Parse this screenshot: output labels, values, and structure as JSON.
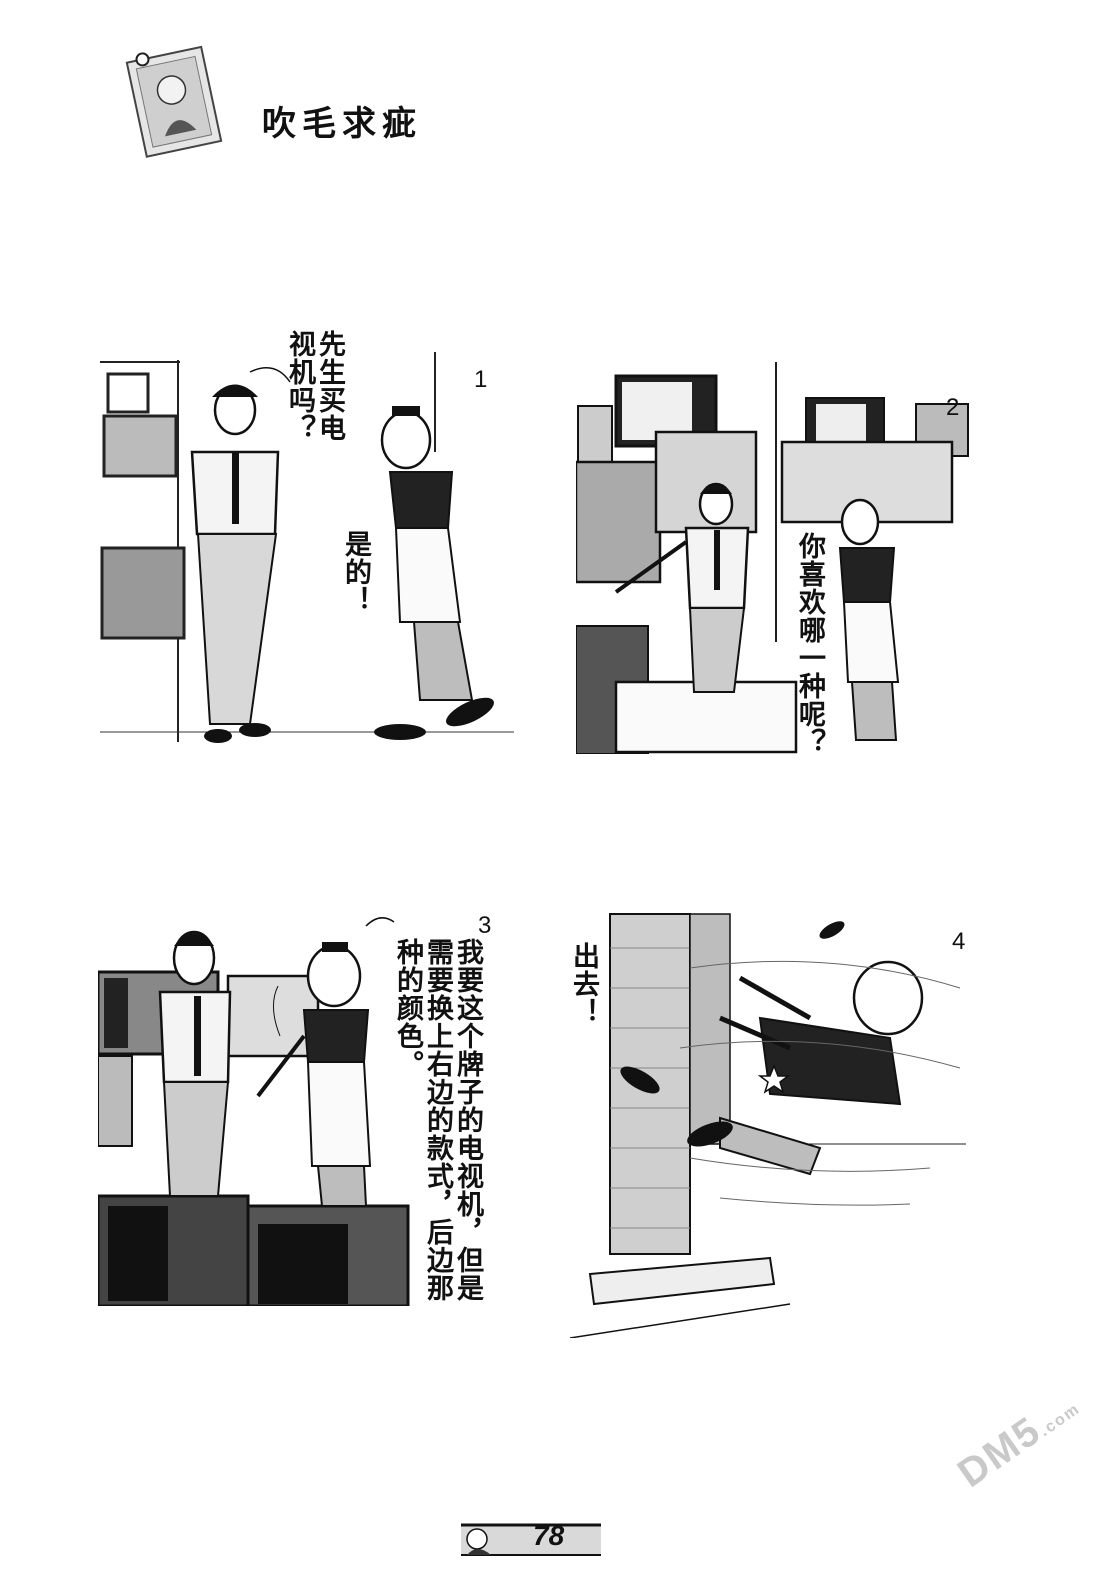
{
  "page": {
    "title": "吹毛求疵",
    "page_number": "78",
    "watermark": "DM5",
    "watermark_suffix": ".com"
  },
  "panels": [
    {
      "number": "1",
      "bubbles": [
        "先生买电\n视机吗？",
        "是的！"
      ]
    },
    {
      "number": "2",
      "bubbles": [
        "你喜欢哪一种呢？"
      ]
    },
    {
      "number": "3",
      "bubbles": [
        "我要这个牌子的电视机，但是\n需要换上右边的款式，后边那\n种的颜色。"
      ]
    },
    {
      "number": "4",
      "bubbles": [
        "出去！"
      ]
    }
  ]
}
